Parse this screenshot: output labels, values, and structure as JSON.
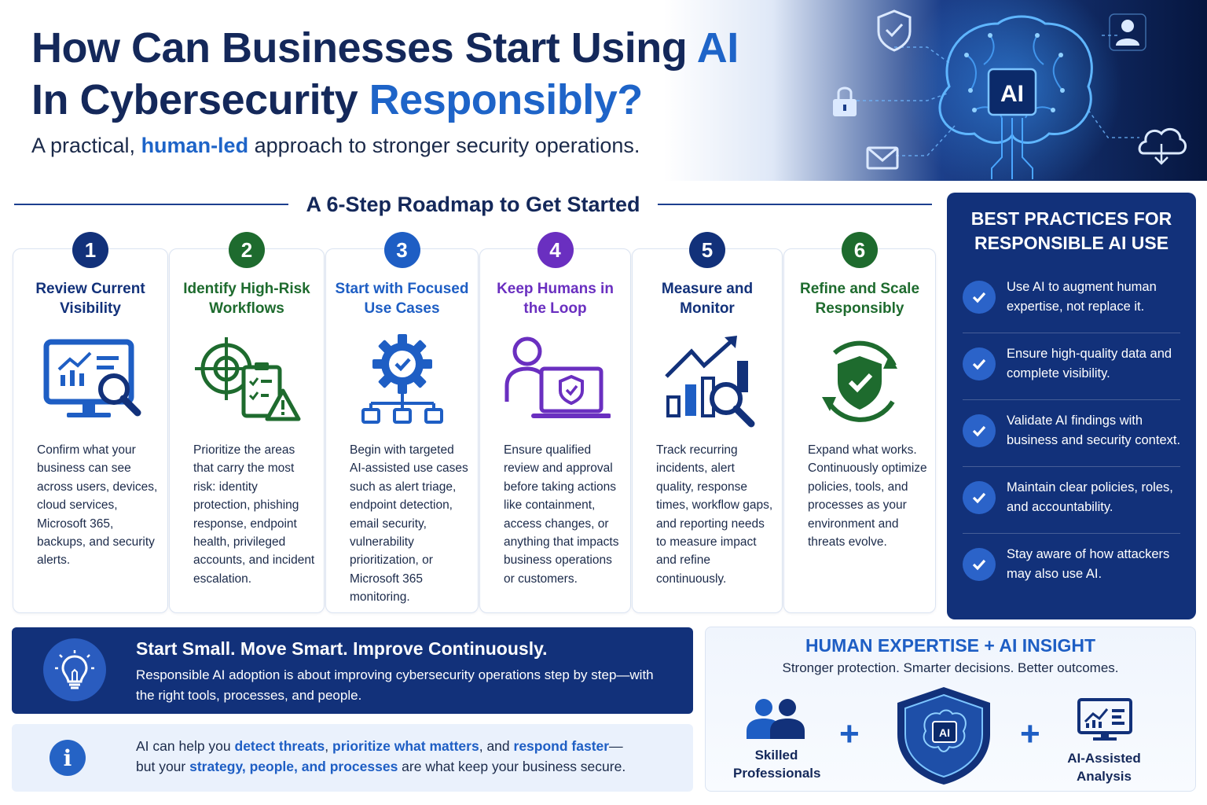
{
  "header": {
    "title_line1_pre": "How Can Businesses Start Using ",
    "title_line1_hl": "AI",
    "title_line2_pre": "In Cybersecurity ",
    "title_line2_hl": "Responsibly?",
    "subtitle_pre": "A practical, ",
    "subtitle_hl": "human-led",
    "subtitle_post": " approach to stronger security operations.",
    "brain_label": "AI"
  },
  "roadmap": {
    "heading": "A 6-Step Roadmap to Get Started",
    "steps": [
      {
        "num": "1",
        "title": "Review Current Visibility",
        "color": "#12317a",
        "icon": "monitor-analytics-icon",
        "desc": "Confirm what your business can see across users, devices, cloud services, Microsoft 365, backups, and security alerts."
      },
      {
        "num": "2",
        "title": "Identify High-Risk Workflows",
        "color": "#1e6b2e",
        "icon": "target-checklist-warning-icon",
        "desc": "Prioritize the areas that carry the most risk: identity protection, phishing response, endpoint health, privileged accounts, and incident escalation."
      },
      {
        "num": "3",
        "title": "Start with Focused Use Cases",
        "color": "#1e5ec4",
        "icon": "gear-workflow-icon",
        "desc": "Begin with targeted AI-assisted use cases such as alert triage, endpoint detection, email security, vulnerability prioritization, or Microsoft 365 monitoring."
      },
      {
        "num": "4",
        "title": "Keep Humans in the Loop",
        "color": "#6a2fc0",
        "icon": "person-laptop-shield-icon",
        "desc": "Ensure qualified review and approval before taking actions like containment, access changes, or anything that impacts business operations or customers."
      },
      {
        "num": "5",
        "title": "Measure and Monitor",
        "color": "#12317a",
        "icon": "chart-magnifier-icon",
        "desc": "Track recurring incidents, alert quality, response times, workflow gaps, and reporting needs to measure impact and refine continuously."
      },
      {
        "num": "6",
        "title": "Refine and Scale Responsibly",
        "color": "#1e6b2e",
        "icon": "shield-cycle-icon",
        "desc": "Expand what works. Continuously optimize policies, tools, and processes as your environment and threats evolve."
      }
    ]
  },
  "best_practices": {
    "title": "BEST PRACTICES FOR RESPONSIBLE AI USE",
    "items": [
      "Use AI to augment human expertise, not replace it.",
      "Ensure high-quality data and complete visibility.",
      "Validate AI findings with business and security context.",
      "Maintain clear policies, roles, and accountability.",
      "Stay aware of how attackers may also use AI."
    ]
  },
  "banner": {
    "heading": "Start Small. Move Smart. Improve Continuously.",
    "text": "Responsible AI adoption is about improving cybersecurity operations step by step—with the right tools, processes, and people."
  },
  "info": {
    "p1": "AI can help you ",
    "h1": "detect threats",
    "p2": ", ",
    "h2": "prioritize what matters",
    "p3": ", and ",
    "h3": "respond faster",
    "p4": "—",
    "p5": "but your ",
    "h4": "strategy, people, and processes",
    "p6": " are what keep your business secure."
  },
  "combo": {
    "heading": "HUMAN EXPERTISE + AI INSIGHT",
    "sub": "Stronger protection. Smarter decisions. Better outcomes.",
    "left_label": "Skilled Professionals",
    "shield_label": "AI",
    "right_label": "AI-Assisted Analysis",
    "plus": "+"
  },
  "colors": {
    "navy": "#12317a",
    "accent_blue": "#1e5ec4",
    "green": "#1e6b2e",
    "purple": "#6a2fc0"
  }
}
